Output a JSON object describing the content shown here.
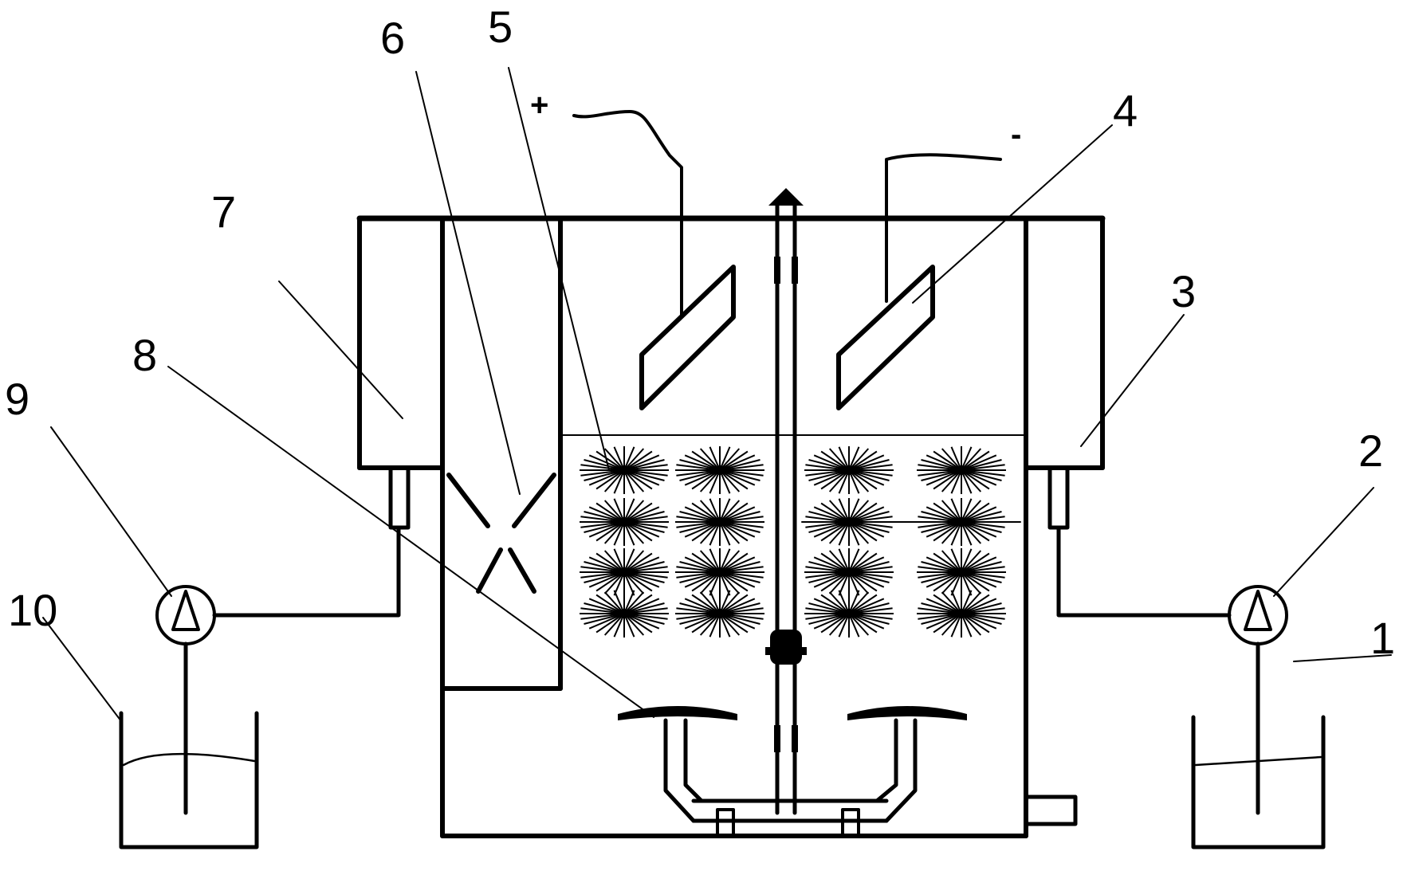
{
  "figure": {
    "labels": [
      "1",
      "2",
      "3",
      "4",
      "5",
      "6",
      "7",
      "8",
      "9",
      "10"
    ],
    "polarity": {
      "positive": "+",
      "negative": "-"
    }
  }
}
